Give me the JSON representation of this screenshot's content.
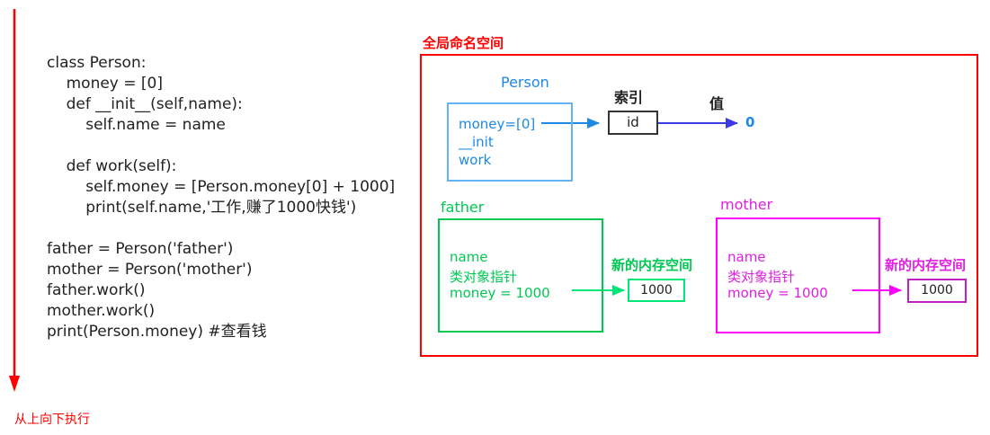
{
  "code": {
    "lines": [
      "class Person:",
      "    money = [0]",
      "    def __init__(self,name):",
      "        self.name = name",
      "",
      "    def work(self):",
      "        self.money = [Person.money[0] + 1000]",
      "        print(self.name,'工作,赚了1000快钱')",
      "",
      "father = Person('father')",
      "mother = Person('mother')",
      "father.work()",
      "mother.work()",
      "print(Person.money) #查看钱"
    ]
  },
  "flow": {
    "label": "从上向下执行",
    "color": "#ff0000"
  },
  "global": {
    "title": "全局命名空间",
    "color": "#ff0000"
  },
  "person": {
    "title": "Person",
    "members": [
      "money=[0]",
      "__init",
      "work"
    ],
    "color": "#1e88e5",
    "index_label": "索引",
    "id_text": "id",
    "value_label": "值",
    "value_text": "0",
    "arrow_color": "#3a3ae6"
  },
  "father": {
    "title": "father",
    "members": [
      "name",
      "类对象指针",
      "money = 1000"
    ],
    "new_mem_label": "新的内存空间",
    "new_mem_value": "1000",
    "color": "#00c853"
  },
  "mother": {
    "title": "mother",
    "members": [
      "name",
      "类对象指针",
      "money = 1000"
    ],
    "new_mem_label": "新的内存空间",
    "new_mem_value": "1000",
    "color": "#e020e0"
  }
}
